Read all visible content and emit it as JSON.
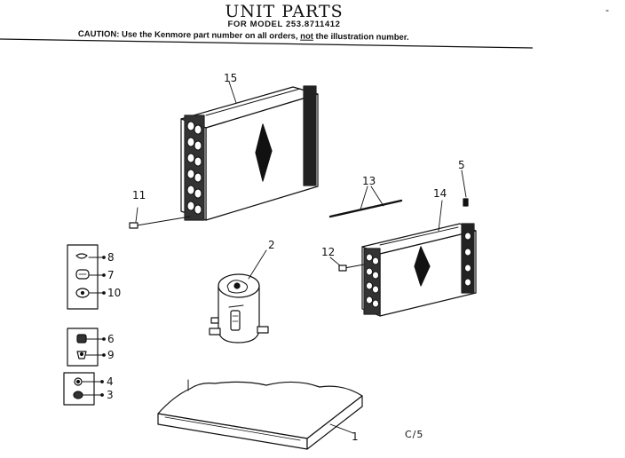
{
  "header": {
    "title": "UNIT PARTS",
    "model_line": "FOR MODEL 253.8711412",
    "caution_prefix": "CAUTION:",
    "caution_body": " Use the Kenmore part number on all orders, ",
    "caution_not": "not",
    "caution_suffix": " the illustration number."
  },
  "corner_mark": "-",
  "callouts": {
    "c1": "1",
    "c2": "2",
    "c3": "3",
    "c4": "4",
    "c5": "5",
    "c6": "6",
    "c7": "7",
    "c8": "8",
    "c9": "9",
    "c10": "10",
    "c11": "11",
    "c12": "12",
    "c13": "13",
    "c14": "14",
    "c15": "15"
  },
  "page_code": "C/5"
}
